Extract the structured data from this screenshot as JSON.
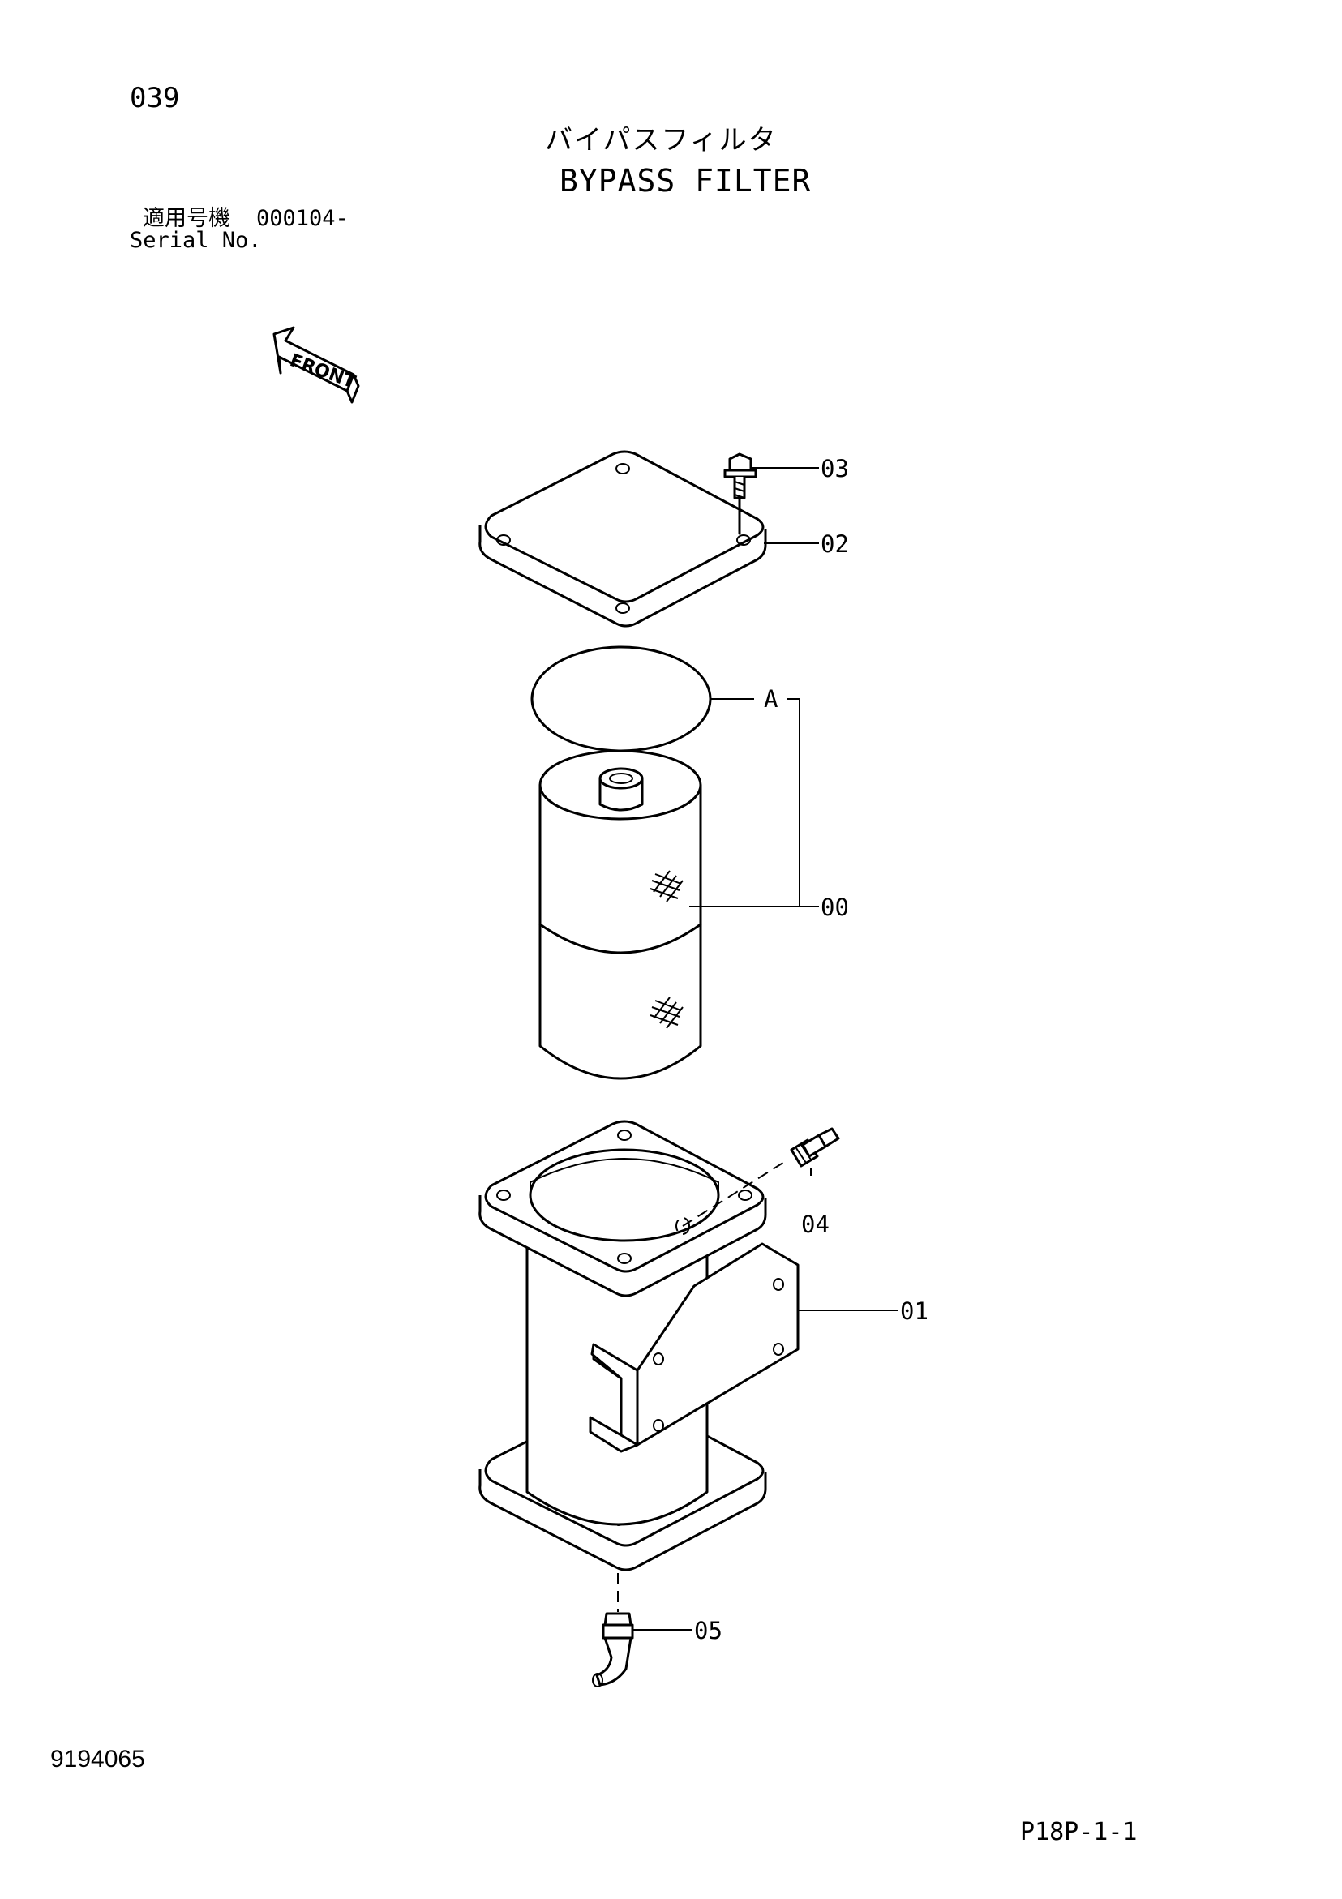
{
  "header": {
    "page_number": "039",
    "title_jp": "バイパスフィルタ",
    "title_en": "BYPASS FILTER",
    "serial_label_jp": "適用号機",
    "serial_value": "000104-",
    "serial_label_en": "Serial No."
  },
  "drawing": {
    "front_label": "FRONT",
    "callouts": {
      "c03": "03",
      "c02": "02",
      "cA": "A",
      "c00": "00",
      "c04": "04",
      "c01": "01",
      "c05": "05"
    }
  },
  "footer": {
    "drawing_number": "9194065",
    "sheet_reference": "P18P-1-1"
  }
}
